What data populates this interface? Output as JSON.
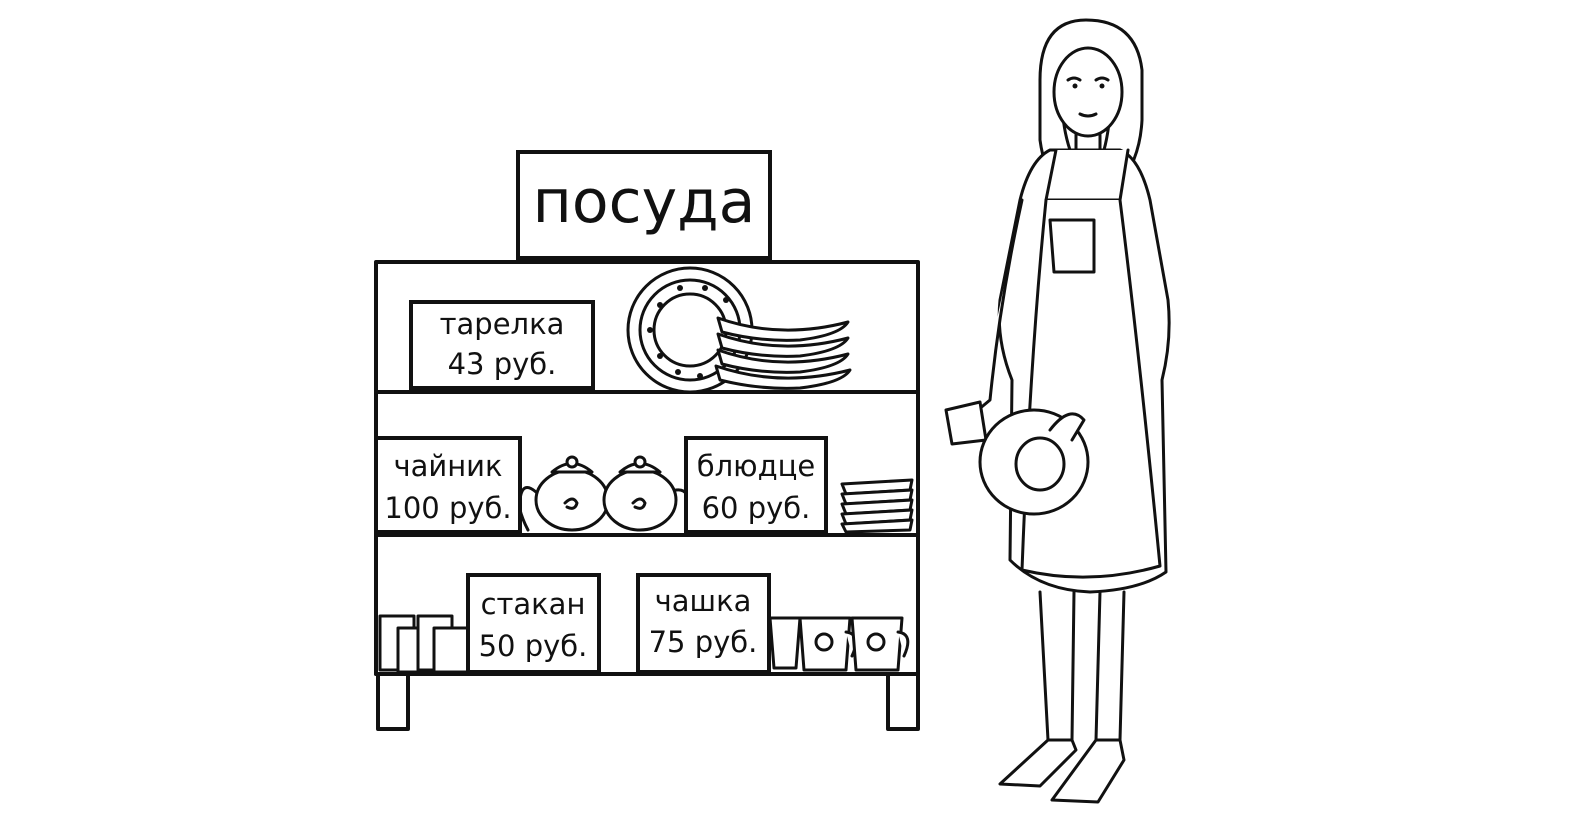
{
  "sign": {
    "title": "посуда"
  },
  "labels": [
    {
      "name": "тарелка",
      "price": "43 руб."
    },
    {
      "name": "чайник",
      "price": "100 руб."
    },
    {
      "name": "блюдце",
      "price": "60 руб."
    },
    {
      "name": "стакан",
      "price": "50 руб."
    },
    {
      "name": "чашка",
      "price": "75 руб."
    }
  ],
  "colors": {
    "line": "#111111",
    "background": "#ffffff"
  }
}
